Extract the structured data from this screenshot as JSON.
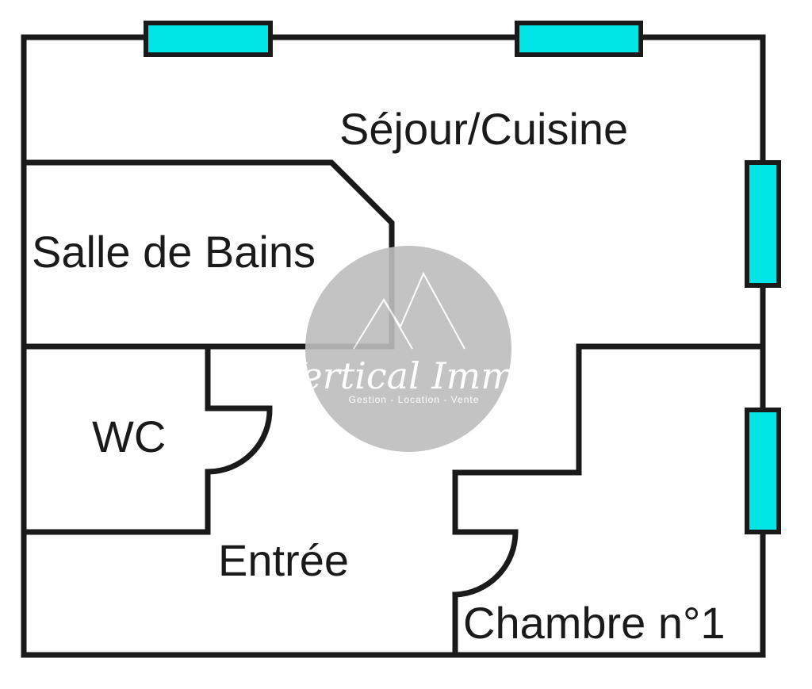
{
  "rooms": {
    "sejour": "Séjour/Cuisine",
    "salle_de_bains": "Salle de Bains",
    "wc": "WC",
    "entree": "Entrée",
    "chambre": "Chambre n°1"
  },
  "watermark": {
    "brand": "Vertical Immo",
    "tagline": "Gestion - Location - Vente"
  },
  "colors": {
    "wall": "#1a1a1a",
    "window": "#00e5e5",
    "watermark_disc": "#bdbdbd",
    "background": "#ffffff"
  }
}
